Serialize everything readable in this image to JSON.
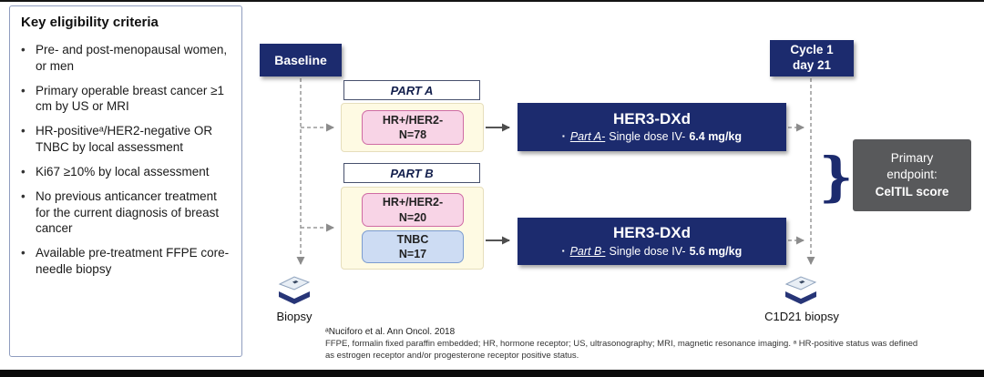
{
  "eligibility": {
    "title": "Key eligibility criteria",
    "bullet_glyph": "•",
    "items": [
      "Pre- and post-menopausal women, or men",
      "Primary operable breast cancer ≥1 cm by US or MRI",
      "HR-positiveᵃ/HER2-negative OR TNBC by local assessment",
      "Ki67 ≥10% by local assessment",
      "No previous anticancer treatment for the current diagnosis of breast cancer",
      "Available pre-treatment FFPE core-needle biopsy"
    ]
  },
  "flow": {
    "baseline_label": "Baseline",
    "cycle_line1": "Cycle 1",
    "cycle_line2": "day 21",
    "biopsy_label": "Biopsy",
    "c1d21_label": "C1D21 biopsy",
    "square_bullet": "▪",
    "brace_glyph": "}",
    "part_a": {
      "header": "PART A",
      "cohort1_line1": "HR+/HER2-",
      "cohort1_line2": "N=78",
      "drug": "HER3-DXd",
      "dose_part": "Part A-",
      "dose_mid": "Single dose IV-",
      "dose_value": "6.4 mg/kg"
    },
    "part_b": {
      "header": "PART B",
      "cohort1_line1": "HR+/HER2-",
      "cohort1_line2": "N=20",
      "cohort2_line1": "TNBC",
      "cohort2_line2": "N=17",
      "drug": "HER3-DXd",
      "dose_part": "Part B-",
      "dose_mid": "Single dose IV-",
      "dose_value": "5.6 mg/kg"
    },
    "endpoint": {
      "line1": "Primary endpoint:",
      "line2": "CelTIL score"
    }
  },
  "footnotes": {
    "ref": "ᵃNuciforo et al. Ann Oncol. 2018",
    "abbrev": "FFPE, formalin fixed paraffin embedded; HR, hormone receptor; US, ultrasonography; MRI, magnetic resonance imaging. ᵃ HR-positive status was defined as estrogen receptor and/or progesterone receptor positive status."
  },
  "colors": {
    "navy": "#1c2b6e",
    "pink_fill": "#f8d4e6",
    "pink_border": "#cf6ba4",
    "blue_fill": "#cddcf3",
    "blue_border": "#7b9cd0",
    "yellow_fill": "#fefae3",
    "gray_box": "#58595b"
  }
}
